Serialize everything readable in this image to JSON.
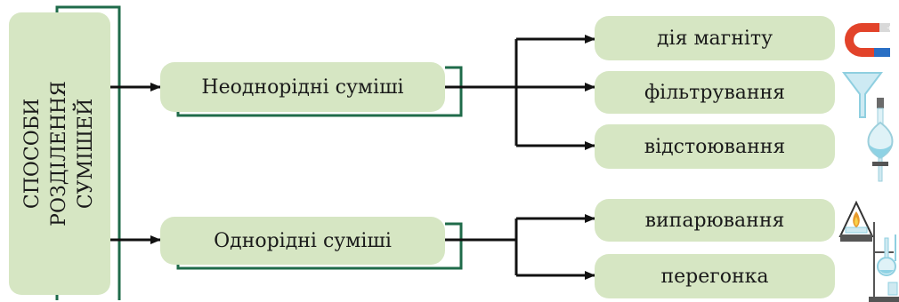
{
  "root": {
    "lines": [
      "СПОСОБИ",
      "РОЗДІЛЕННЯ",
      "СУМІШЕЙ"
    ]
  },
  "groups": [
    {
      "label": "Неоднорідні суміші",
      "methods": [
        "дія магніту",
        "фільтрування",
        "відстоювання"
      ]
    },
    {
      "label": "Однорідні суміші",
      "methods": [
        "випарювання",
        "перегонка"
      ]
    }
  ],
  "icons": [
    "magnet-icon",
    "funnel-icon",
    "separatory-funnel-icon",
    "evaporation-burner-icon",
    "distillation-apparatus-icon"
  ],
  "colors": {
    "box_fill": "#d6e6c3",
    "bracket": "#1f6b4a",
    "arrow": "#111111",
    "magnet_red": "#e2432a",
    "magnet_blue": "#2a6fc4",
    "glass": "#a9dbe8"
  }
}
